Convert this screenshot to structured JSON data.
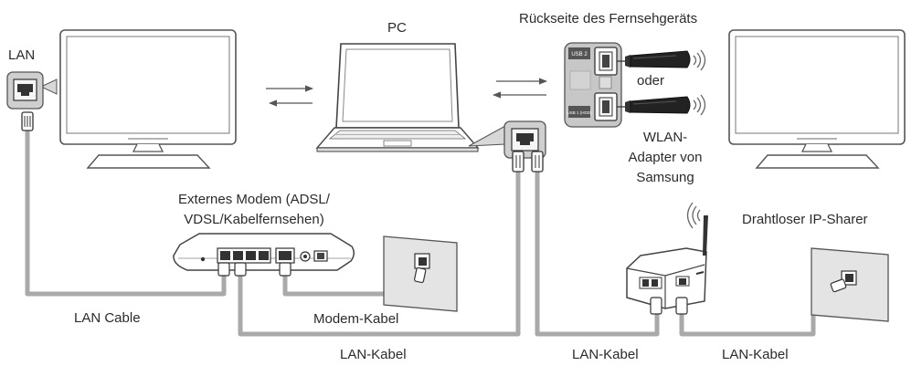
{
  "labels": {
    "lan": "LAN",
    "pc": "PC",
    "tv_back": "Rückseite des Fernsehgeräts",
    "oder": "oder",
    "wlan_1": "WLAN-",
    "wlan_2": "Adapter von",
    "wlan_3": "Samsung",
    "modem_1": "Externes Modem (ADSL/",
    "modem_2": "VDSL/Kabelfernsehen)",
    "sharer": "Drahtloser IP-Sharer",
    "lan_cable": "LAN Cable",
    "modem_kabel": "Modem-Kabel",
    "lan_kabel_1": "LAN-Kabel",
    "lan_kabel_2": "LAN-Kabel",
    "lan_kabel_3": "LAN-Kabel"
  },
  "panel_labels": {
    "usb2": "USB 2",
    "usb1": "USB 1 (HDD)"
  },
  "colors": {
    "cable": "#a8a8a8",
    "outline": "#3a3a3a",
    "panel": "#c7c7c7",
    "wall": "#e4e4e4"
  }
}
